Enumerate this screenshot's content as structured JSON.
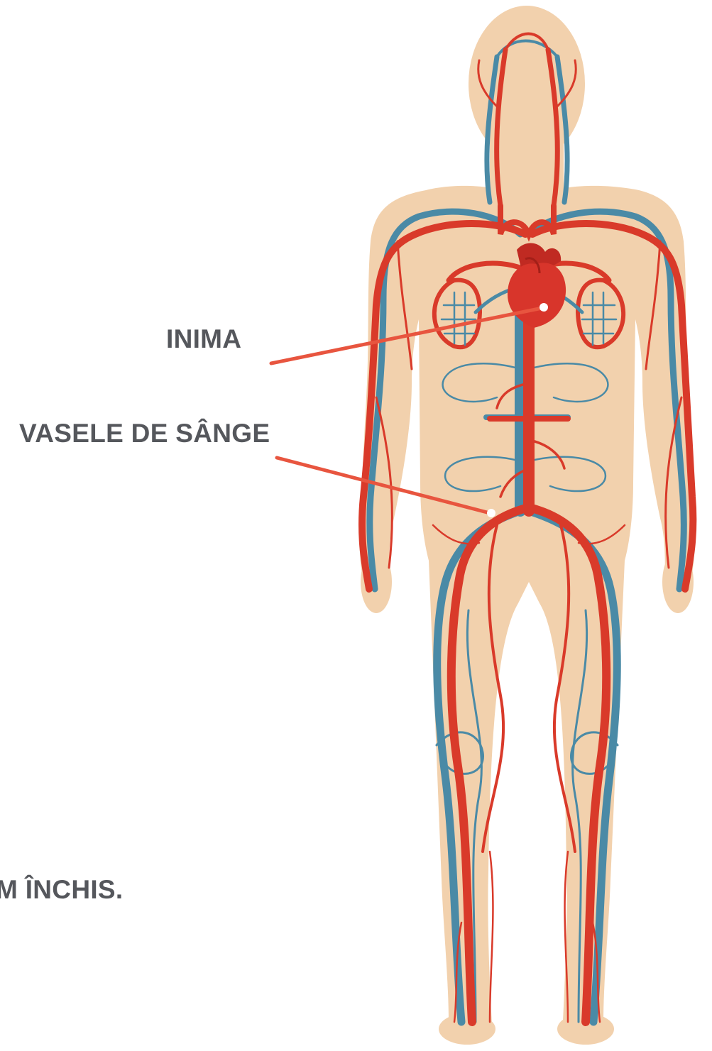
{
  "labels": {
    "heart": "INIMA",
    "vessels": "VASELE DE SÂNGE",
    "caption_fragment": "M ÎNCHIS."
  },
  "colors": {
    "skin": "#f2d1ad",
    "artery": "#d93a2a",
    "vein": "#4a8aa6",
    "heart": "#d8352b",
    "leader_line": "#e8553f",
    "label_text": "#55575c"
  }
}
